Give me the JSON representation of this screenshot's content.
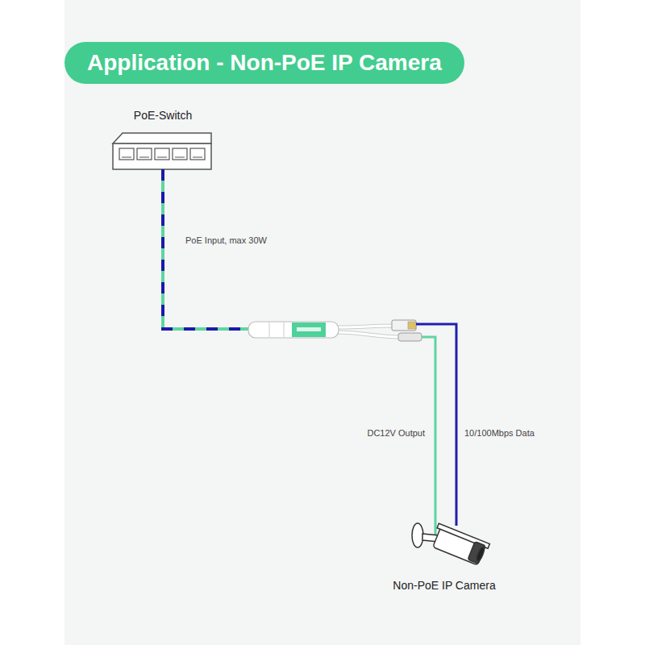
{
  "diagram": {
    "title": "Application - Non-PoE IP Camera",
    "nodes": [
      {
        "text": [
          "PoE-Switch"
        ]
      },
      {
        "text": [
          "Non-PoE IP Camera"
        ]
      }
    ],
    "labels": [
      "PoE Input, max 30W",
      "DC12V Output",
      "10/100Mbps Data"
    ]
  }
}
